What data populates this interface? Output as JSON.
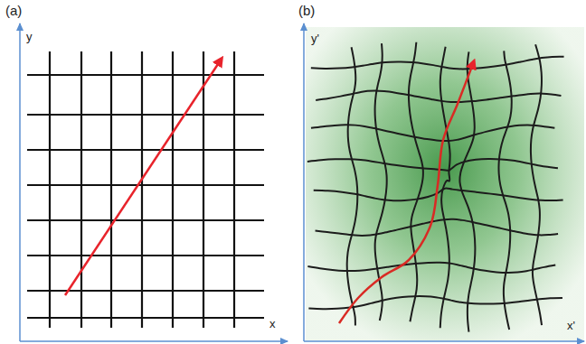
{
  "diagram": {
    "labels": [
      "(a)",
      "(b)",
      "y",
      "x",
      "y'",
      "x'"
    ]
  }
}
